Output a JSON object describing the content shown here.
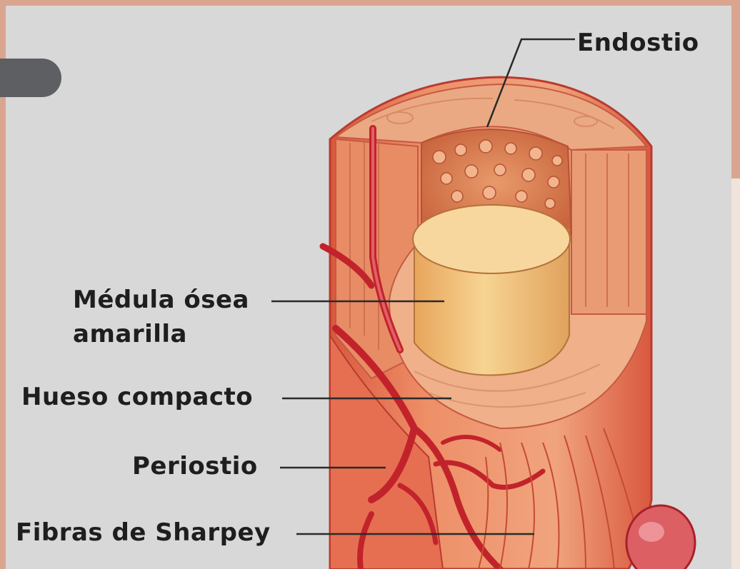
{
  "labels": {
    "endostio": "Endostio",
    "medula_line1": "Médula ósea",
    "medula_line2": "amarilla",
    "hueso_compacto": "Hueso compacto",
    "periostio": "Periostio",
    "fibras": "Fibras de Sharpey"
  },
  "colors": {
    "background": "#d8d8d8",
    "frame": "#d9a58f",
    "bone_outer": "#e07a5a",
    "marrow": "#f2c27a",
    "vessel": "#c2232b",
    "pill": "#5e5f63"
  }
}
